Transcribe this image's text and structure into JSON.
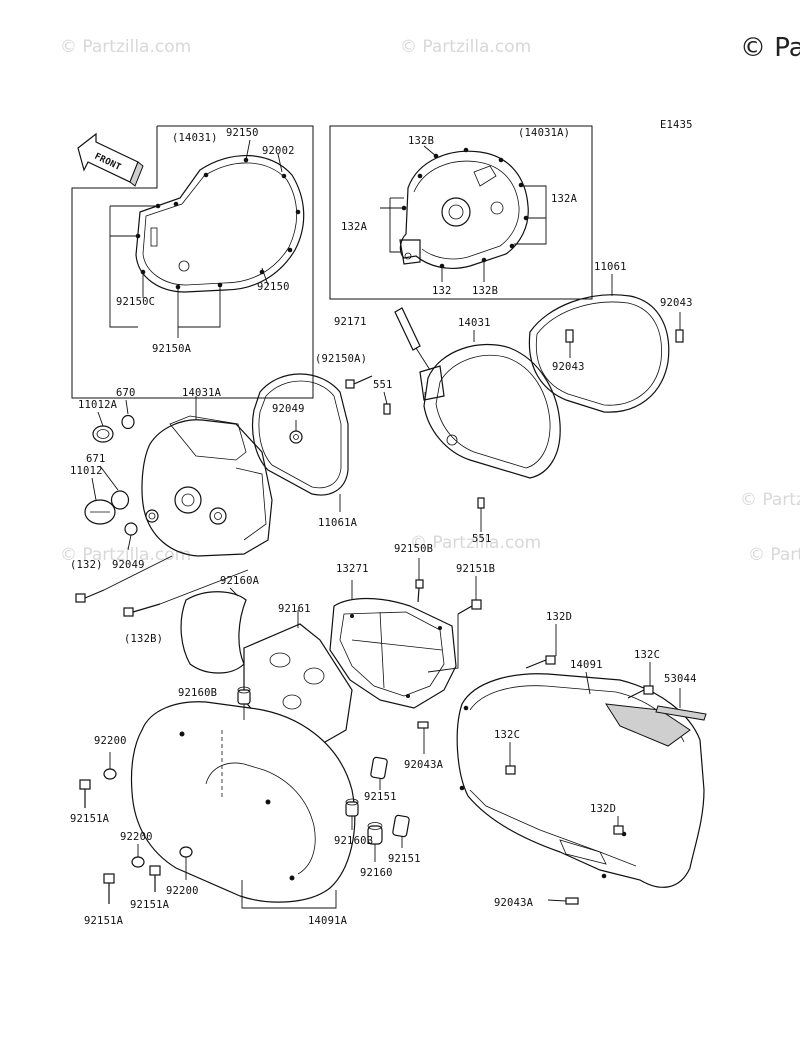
{
  "watermark": {
    "text": "© Partzilla.com",
    "corner_text": "© Pa"
  },
  "diagram_id": "E1435",
  "front_arrow_label": "FRONT",
  "labels": {
    "l_14031_box": "(14031)",
    "l_92150_top": "92150",
    "l_92002": "92002",
    "l_92150C": "92150C",
    "l_92150_right": "92150",
    "l_92150A": "92150A",
    "l_132B_top": "132B",
    "l_14031A_box": "(14031A)",
    "l_132A_left": "132A",
    "l_132A_right": "132A",
    "l_132": "132",
    "l_132B_bottom": "132B",
    "l_11061": "11061",
    "l_92043_top": "92043",
    "l_92043_mid": "92043",
    "l_92171": "92171",
    "l_14031": "14031",
    "l_92150A_paren": "(92150A)",
    "l_551_top": "551",
    "l_551_bottom": "551",
    "l_670": "670",
    "l_14031A": "14031A",
    "l_11012A": "11012A",
    "l_92049_top": "92049",
    "l_671": "671",
    "l_11012": "11012",
    "l_11061A": "11061A",
    "l_132_paren": "(132)",
    "l_92049_bottom": "92049",
    "l_13271": "13271",
    "l_92150B": "92150B",
    "l_92151B": "92151B",
    "l_92160A": "92160A",
    "l_132B_paren": "(132B)",
    "l_92161": "92161",
    "l_132D_top": "132D",
    "l_14091": "14091",
    "l_132C_top": "132C",
    "l_53044": "53044",
    "l_92160B_top": "92160B",
    "l_92200_top": "92200",
    "l_132C_mid": "132C",
    "l_92043A_top": "92043A",
    "l_92151_mid": "92151",
    "l_92160B_mid": "92160B",
    "l_92151A_left": "92151A",
    "l_132D_bottom": "132D",
    "l_92200_mid": "92200",
    "l_92151_low": "92151",
    "l_92160": "92160",
    "l_92200_low": "92200",
    "l_92151A_mid": "92151A",
    "l_92043A_bottom": "92043A",
    "l_92151A_bottom": "92151A",
    "l_14091A": "14091A"
  }
}
